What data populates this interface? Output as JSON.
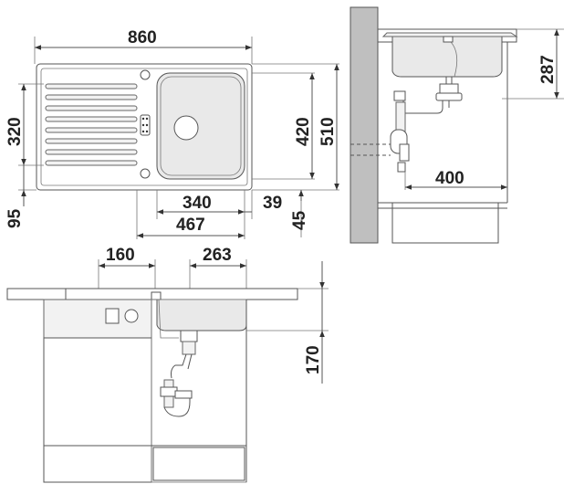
{
  "top_view": {
    "width_overall": "860",
    "depth_overall": "510",
    "bowl_depth": "420",
    "drainer_depth": "320",
    "edge_to_drainer": "95",
    "bowl_width": "340",
    "bowl_to_edge": "39",
    "tap_offset": "45",
    "bowl_span": "467"
  },
  "side_view": {
    "bowl_height": "287",
    "cabinet_depth": "400"
  },
  "front_view": {
    "drain_offset": "160",
    "bowl_half_width": "263",
    "bowl_drop": "170"
  },
  "colors": {
    "line": "#555555",
    "wall": "#bfbfbf",
    "basin": "#e9e9e9"
  }
}
